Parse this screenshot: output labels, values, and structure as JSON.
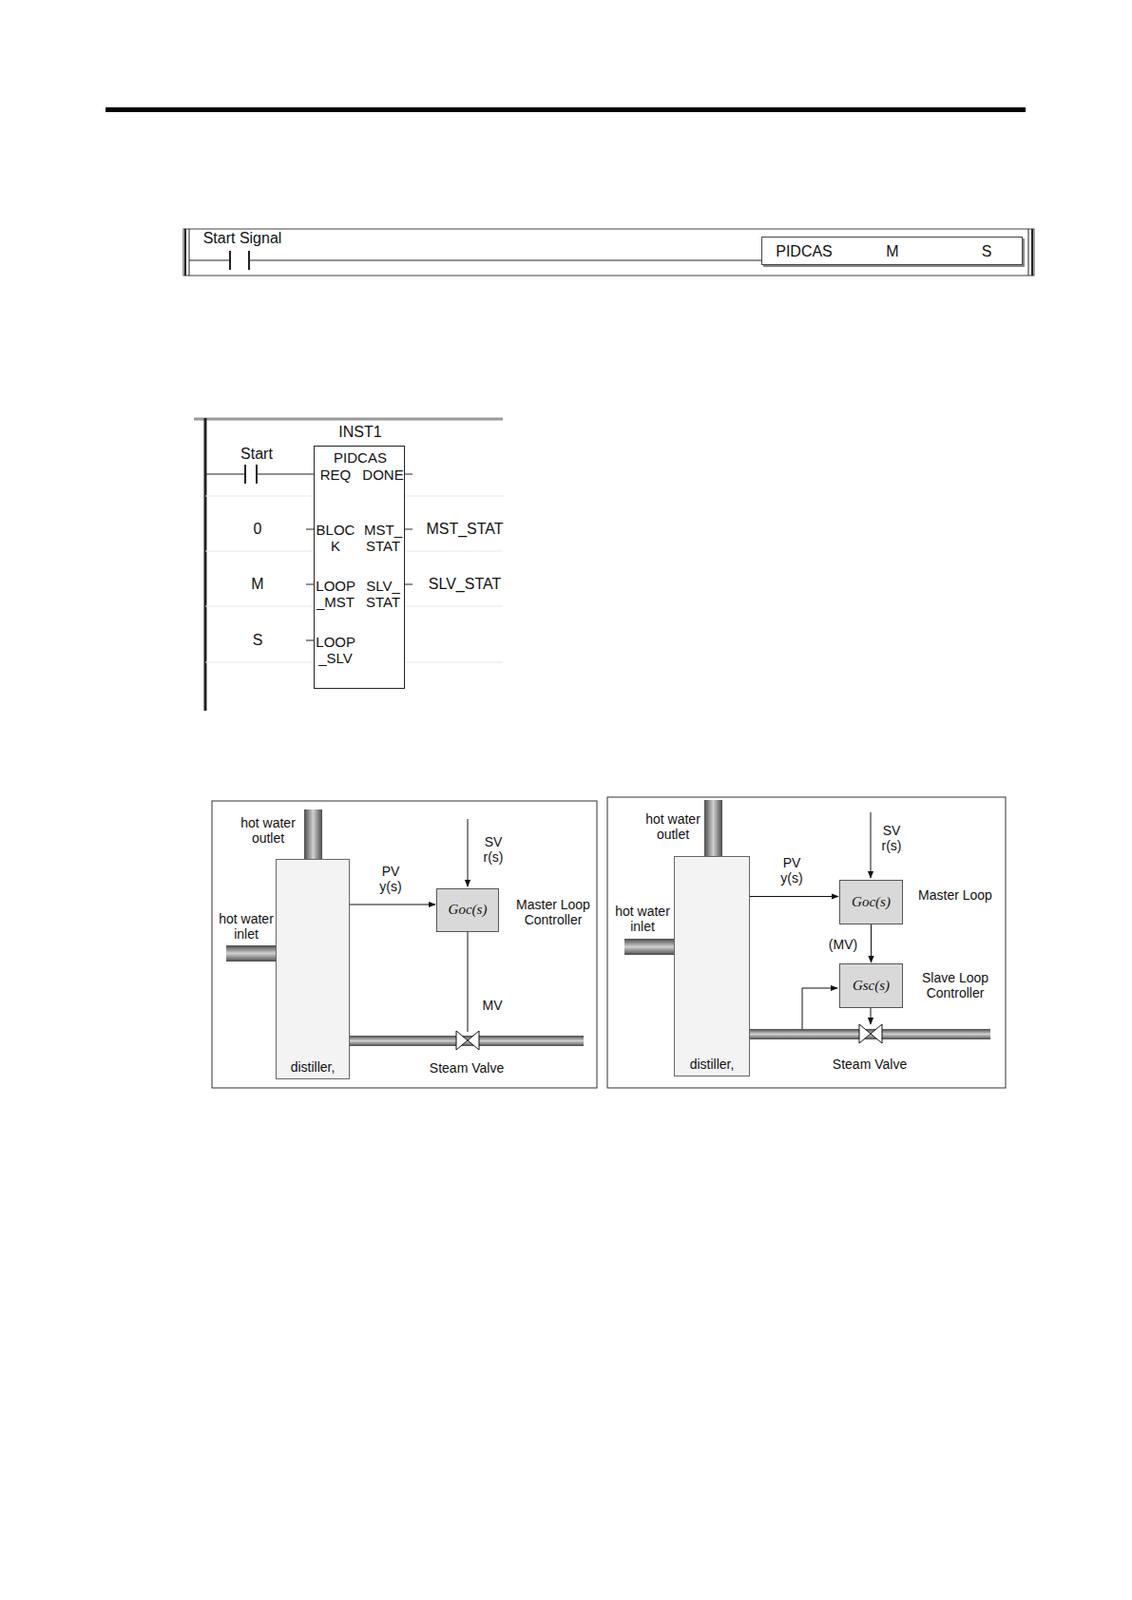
{
  "diagram": {
    "nodes": [
      {
        "text": [
          "PIDCAS",
          "M",
          "S"
        ]
      },
      {
        "text": [
          "INST1",
          "PIDCAS",
          "REQ",
          "DONE",
          "BLOC K",
          "MST_ STAT",
          "LOOP _MST",
          "SLV_ STAT",
          "LOOP _SLV"
        ]
      },
      {
        "text": [
          "distiller,"
        ]
      },
      {
        "text": [
          "Goc(s)"
        ]
      },
      {
        "text": [
          "distiller,"
        ]
      },
      {
        "text": [
          "Goc(s)"
        ]
      },
      {
        "text": [
          "Gsc(s)"
        ]
      }
    ],
    "edges": [
      {
        "from": 2,
        "to": 3,
        "arrow": "to",
        "label": "PV y(s)"
      },
      {
        "from": 4,
        "to": 5,
        "arrow": "to",
        "label": "PV y(s)"
      },
      {
        "from": 5,
        "to": 6,
        "arrow": "to",
        "label": "(MV)"
      }
    ],
    "labels": [
      "Start Signal",
      "Start",
      "0",
      "M",
      "S",
      "MST_STAT",
      "SLV_STAT",
      "hot water outlet",
      "hot water inlet",
      "SV r(s)",
      "Master Loop Controller",
      "MV",
      "Steam Valve",
      "hot water outlet",
      "hot water inlet",
      "SV r(s)",
      "Master Loop",
      "Slave Loop Controller",
      "Steam Valve"
    ]
  }
}
